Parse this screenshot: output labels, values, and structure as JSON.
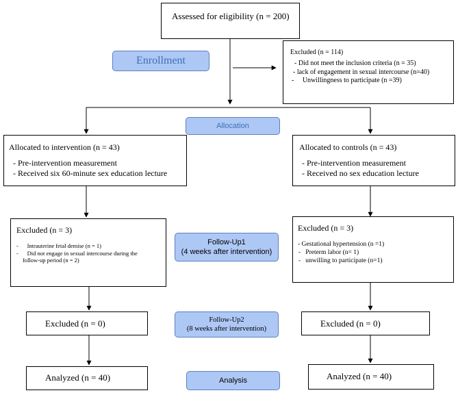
{
  "assessed": {
    "text": "Assessed for eligibility (n = 200)"
  },
  "enrollment": {
    "label": "Enrollment"
  },
  "excluded_enroll": {
    "title": "Excluded (n = 114)",
    "items": [
      "-  Did not meet the inclusion criteria (n = 35)",
      "- lack of engagement in sexual intercourse (n=40)",
      "-     Unwillingness to participate (n =39)"
    ]
  },
  "allocation": {
    "label": "Allocation"
  },
  "intervention": {
    "title": "Allocated to intervention (n = 43)",
    "items": [
      "- Pre-intervention measurement",
      "-  Received six 60-minute sex education lecture"
    ]
  },
  "controls": {
    "title": "Allocated to controls (n = 43)",
    "items": [
      "-  Pre-intervention measurement",
      "-  Received no sex education lecture"
    ]
  },
  "followup1": {
    "line1": "Follow-Up1",
    "line2": "(4 weeks after intervention)"
  },
  "excluded_int_f1": {
    "title": "Excluded (n = 3)",
    "items": [
      "-      Intrauterine fetal demise (n = 1)",
      "-      Did not engage in sexual intercourse during the",
      "follow-up period (n = 2)"
    ]
  },
  "excluded_ctl_f1": {
    "title": "Excluded (n = 3)",
    "items": [
      "- Gestational hypertension (n =1)",
      "-   Preterm labor (n= 1)",
      "-   unwilling to participate (n=1)"
    ]
  },
  "followup2": {
    "line1": "Follow-Up2",
    "line2": "(8 weeks after intervention)"
  },
  "excluded_int_f2": {
    "text": "Excluded (n = 0)"
  },
  "excluded_ctl_f2": {
    "text": "Excluded (n = 0)"
  },
  "analysis": {
    "label": "Analysis"
  },
  "analyzed_int": {
    "text": "Analyzed (n = 40)"
  },
  "analyzed_ctl": {
    "text": "Analyzed (n = 40)"
  }
}
